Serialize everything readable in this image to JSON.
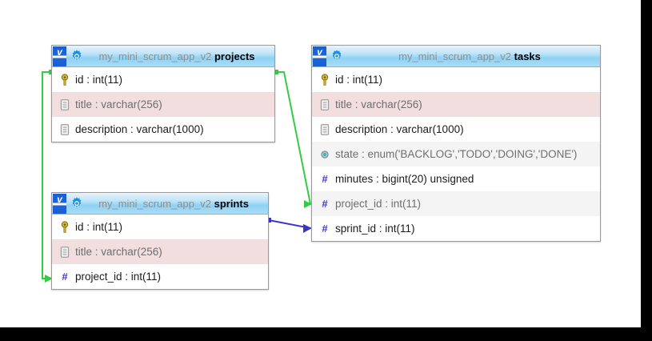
{
  "diagram": {
    "type": "database-er-diagram",
    "schema": "my_mini_scrum_app_v2",
    "canvas_background": "#ffffff",
    "header_accent": "#8fd2f4",
    "pk_row_color": "#f2dede",
    "alt_row_color": "#f4f4f4"
  },
  "tables": [
    {
      "id": "projects",
      "schema_label": "my_mini_scrum_app_v2",
      "name_label": "projects",
      "columns": [
        {
          "icon": "key-icon",
          "text": "id : int(11)",
          "stripe": "none"
        },
        {
          "icon": "field-icon",
          "text": "title : varchar(256)",
          "stripe": "pink"
        },
        {
          "icon": "field-icon",
          "text": "description : varchar(1000)",
          "stripe": "none"
        }
      ]
    },
    {
      "id": "tasks",
      "schema_label": "my_mini_scrum_app_v2",
      "name_label": "tasks",
      "columns": [
        {
          "icon": "key-icon",
          "text": "id : int(11)",
          "stripe": "none"
        },
        {
          "icon": "field-icon",
          "text": "title : varchar(256)",
          "stripe": "pink"
        },
        {
          "icon": "field-icon",
          "text": "description : varchar(1000)",
          "stripe": "none"
        },
        {
          "icon": "enum-icon",
          "text": "state : enum('BACKLOG','TODO','DOING','DONE')",
          "stripe": "grey"
        },
        {
          "icon": "hash-icon",
          "text": "minutes : bigint(20) unsigned",
          "stripe": "none"
        },
        {
          "icon": "hash-icon",
          "text": "project_id : int(11)",
          "stripe": "grey"
        },
        {
          "icon": "hash-icon",
          "text": "sprint_id : int(11)",
          "stripe": "none"
        }
      ]
    },
    {
      "id": "sprints",
      "schema_label": "my_mini_scrum_app_v2",
      "name_label": "sprints",
      "columns": [
        {
          "icon": "key-icon",
          "text": "id : int(11)",
          "stripe": "none"
        },
        {
          "icon": "field-icon",
          "text": "title : varchar(256)",
          "stripe": "pink"
        },
        {
          "icon": "hash-icon",
          "text": "project_id : int(11)",
          "stripe": "none"
        }
      ]
    }
  ],
  "relations": [
    {
      "id": "projects-tasks",
      "from": "projects.id",
      "to": "tasks.project_id",
      "color": "#33cc44"
    },
    {
      "id": "projects-sprints",
      "from": "projects.id",
      "to": "sprints.project_id",
      "color": "#33cc44"
    },
    {
      "id": "sprints-tasks",
      "from": "sprints.id",
      "to": "tasks.sprint_id",
      "color": "#3b36c8"
    }
  ]
}
